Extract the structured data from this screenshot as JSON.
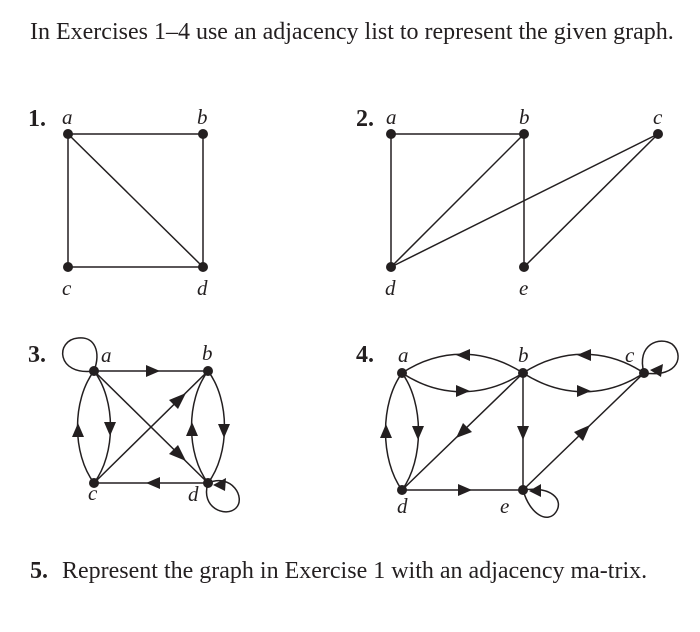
{
  "intro_text": "In Exercises 1–4 use an adjacency list to represent the given graph.",
  "exercises": [
    {
      "number": "1.",
      "labels": {
        "a": "a",
        "b": "b",
        "c": "c",
        "d": "d"
      }
    },
    {
      "number": "2.",
      "labels": {
        "a": "a",
        "b": "b",
        "c": "c",
        "d": "d",
        "e": "e"
      }
    },
    {
      "number": "3.",
      "labels": {
        "a": "a",
        "b": "b",
        "c": "c",
        "d": "d"
      }
    },
    {
      "number": "4.",
      "labels": {
        "a": "a",
        "b": "b",
        "c": "c",
        "d": "d",
        "e": "e"
      }
    }
  ],
  "exercise5": {
    "number": "5.",
    "text": "Represent the graph in Exercise 1 with an adjacency ma-trix."
  }
}
